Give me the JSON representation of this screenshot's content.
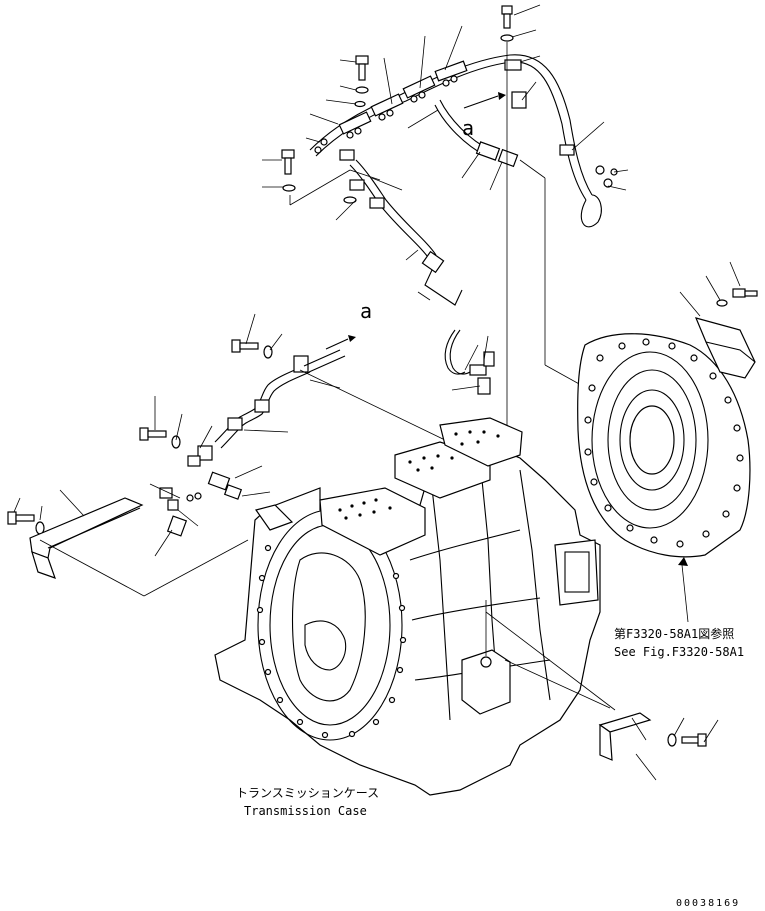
{
  "callouts": {
    "harness_view_letter_top": "a",
    "harness_view_letter_mid": "a"
  },
  "references": {
    "see_fig_jp": "第F3320-58A1図参照",
    "see_fig_en": "See Fig.F3320-58A1"
  },
  "labels": {
    "transmission_case_jp": "トランスミッションケース",
    "transmission_case_en": "Transmission Case"
  },
  "drawing_number": "00038169"
}
